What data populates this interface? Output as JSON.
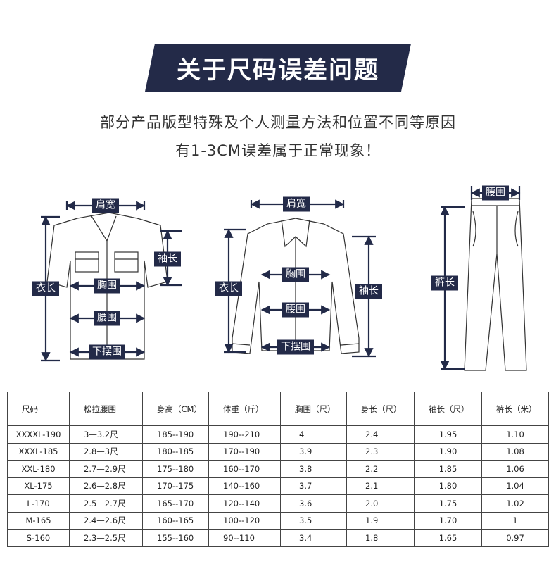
{
  "banner": {
    "title": "关于尺码误差问题"
  },
  "intro": {
    "line1": "部分产品版型特殊及个人测量方法和位置不同等原因",
    "line2": "有1-3CM误差属于正常现象！"
  },
  "colors": {
    "navy": "#232a48",
    "line": "#222a48"
  },
  "figures": {
    "short_shirt": {
      "shoulder": "肩宽",
      "sleeve": "袖长",
      "length": "衣长",
      "chest": "胸围",
      "waist": "腰围",
      "hem": "下摆围"
    },
    "long_shirt": {
      "shoulder": "肩宽",
      "sleeve": "袖长",
      "length": "衣长",
      "chest": "胸围",
      "waist": "腰围",
      "hem": "下摆围"
    },
    "pants": {
      "waist": "腰围",
      "length": "裤长"
    }
  },
  "table": {
    "headers": [
      "尺码",
      "松拉腰围",
      "身高（CM）",
      "体重（斤）",
      "胸围（尺）",
      "身长（尺）",
      "袖长（尺）",
      "裤长（米）"
    ],
    "rows": [
      [
        "XXXXL-190",
        "3—3.2尺",
        "185--190",
        "190--210",
        "4",
        "2.4",
        "1.95",
        "1.10"
      ],
      [
        "XXXL-185",
        "2.8—3尺",
        "180--185",
        "170--190",
        "3.9",
        "2.3",
        "1.90",
        "1.08"
      ],
      [
        "XXL-180",
        "2.7—2.9尺",
        "175--180",
        "160--170",
        "3.8",
        "2.2",
        "1.85",
        "1.06"
      ],
      [
        "XL-175",
        "2.6—2.8尺",
        "170--175",
        "140--160",
        "3.7",
        "2.1",
        "1.80",
        "1.04"
      ],
      [
        "L-170",
        "2.5—2.7尺",
        "165--170",
        "120--140",
        "3.6",
        "2.0",
        "1.75",
        "1.02"
      ],
      [
        "M-165",
        "2.4—2.6尺",
        "160--165",
        "100--120",
        "3.5",
        "1.9",
        "1.70",
        "1"
      ],
      [
        "S-160",
        "2.3—2.5尺",
        "155--160",
        "90--110",
        "3.4",
        "1.8",
        "1.65",
        "0.97"
      ]
    ]
  }
}
